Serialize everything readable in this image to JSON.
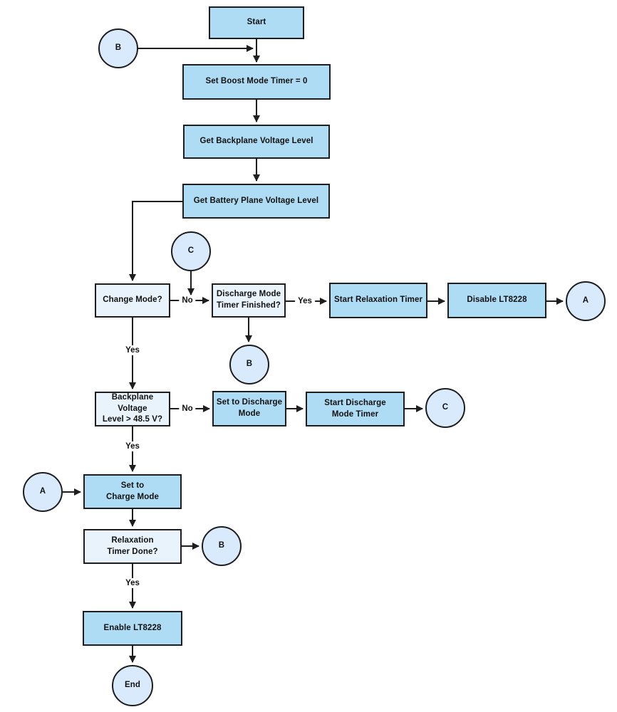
{
  "colors": {
    "background": "#ffffff",
    "process_fill": "#aedcf4",
    "decision_fill": "#e9f3fb",
    "connector_fill": "#d8eafc",
    "stroke": "#1e1e1e",
    "text": "#111111"
  },
  "nodes": {
    "start": {
      "label": "Start"
    },
    "set_boost": {
      "label": "Set Boost Mode Timer = 0"
    },
    "get_backplane": {
      "label": "Get Backplane Voltage Level"
    },
    "get_battery": {
      "label": "Get Battery Plane Voltage Level"
    },
    "change_mode": {
      "label": "Change Mode?"
    },
    "discharge_timer_finished": {
      "label": "Discharge Mode\nTimer Finished?"
    },
    "start_relaxation": {
      "label": "Start Relaxation Timer"
    },
    "disable_lt8228": {
      "label": "Disable LT8228"
    },
    "backplane_voltage": {
      "label": "Backplane Voltage\nLevel > 48.5 V?"
    },
    "set_discharge": {
      "label": "Set to Discharge\nMode"
    },
    "start_discharge_timer": {
      "label": "Start Discharge\nMode Timer"
    },
    "set_charge": {
      "label": "Set to\nCharge Mode"
    },
    "relaxation_done": {
      "label": "Relaxation\nTimer Done?"
    },
    "enable_lt8228": {
      "label": "Enable LT8228"
    }
  },
  "connectors": {
    "b_top": {
      "label": "B"
    },
    "c_mid": {
      "label": "C"
    },
    "a_right": {
      "label": "A"
    },
    "b_mid": {
      "label": "B"
    },
    "c_right": {
      "label": "C"
    },
    "a_left": {
      "label": "A"
    },
    "b_low": {
      "label": "B"
    },
    "end": {
      "label": "End"
    }
  },
  "edge_labels": {
    "change_no": "No",
    "discharge_yes": "Yes",
    "change_yes": "Yes",
    "backplane_no": "No",
    "backplane_yes": "Yes",
    "relaxation_yes": "Yes"
  }
}
